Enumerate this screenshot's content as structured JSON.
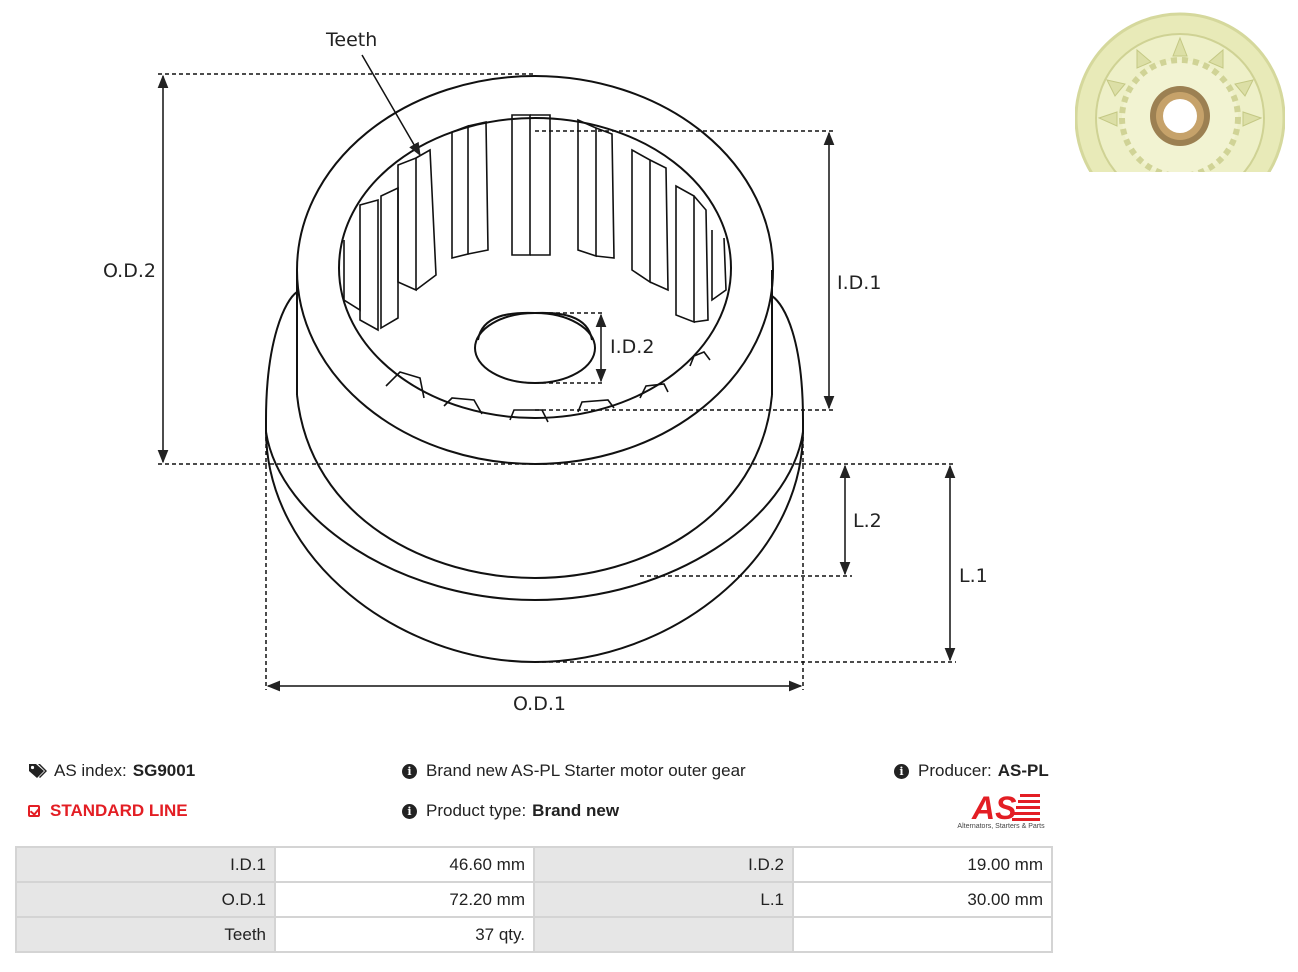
{
  "diagram": {
    "labels": {
      "teeth": "Teeth",
      "od2": "O.D.2",
      "id1": "I.D.1",
      "id2": "I.D.2",
      "l2": "L.2",
      "l1": "L.1",
      "od1": "O.D.1"
    },
    "photo_icon": "gear-product-photo"
  },
  "info": {
    "as_index_label": "AS index:",
    "as_index_value": "SG9001",
    "line": "STANDARD LINE",
    "description": "Brand new AS-PL Starter motor outer gear",
    "product_type_label": "Product type:",
    "product_type_value": "Brand new",
    "producer_label": "Producer:",
    "producer_value": "AS-PL",
    "logo_text": "AS",
    "logo_tagline": "Alternators, Starters & Parts"
  },
  "colors": {
    "accent_red": "#e31e24",
    "table_key_bg": "#e6e6e6",
    "table_border": "#d4d4d4"
  },
  "specs": [
    {
      "k1": "I.D.1",
      "v1": "46.60 mm",
      "k2": "I.D.2",
      "v2": "19.00 mm"
    },
    {
      "k1": "O.D.1",
      "v1": "72.20 mm",
      "k2": "L.1",
      "v2": "30.00 mm"
    },
    {
      "k1": "Teeth",
      "v1": "37 qty.",
      "k2": "",
      "v2": ""
    }
  ]
}
